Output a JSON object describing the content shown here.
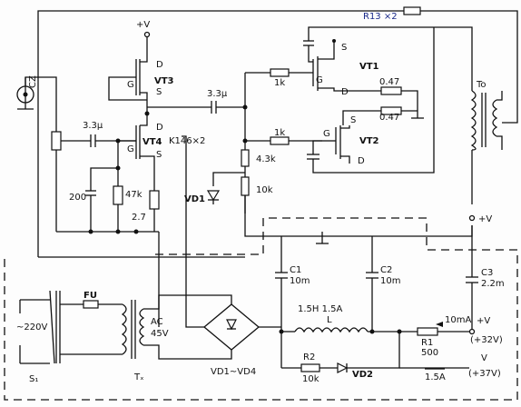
{
  "labels": {
    "r13": "R13 ×2",
    "jack": "CZ",
    "c_in": "3.3μ",
    "vdd2_top": "+V",
    "d": "D",
    "g": "G",
    "s": "S",
    "vt1": "VT1",
    "vt2": "VT2",
    "vt3": "VT3",
    "vt4": "VT4",
    "k146": "K146×2",
    "c200": "200",
    "r47k": "47k",
    "r2_7": "2.7",
    "c_mid": "3.3μ",
    "r1k": "1k",
    "r4_3k": "4.3k",
    "r10k": "10k",
    "vd1": "VD1",
    "r047": "0.47",
    "to": "To",
    "vdd1": "+V",
    "mains": "~220V",
    "fu": "FU",
    "s1": "S₁",
    "ac": "AC",
    "v45": "45V",
    "tr": "Tₓ",
    "vd1_4": "VD1~VD4",
    "c1": "C1",
    "c1_val": "10m",
    "c2": "C2",
    "c2_val": "10m",
    "l_spec": "1.5H 1.5A",
    "l": "L",
    "r2": "R2",
    "vd2": "VD2",
    "r1": "R1",
    "r1_val": "500",
    "ma": "10mA",
    "vdd2_out": "+V",
    "v32": "(+32V)",
    "vdd1_out": "V",
    "v37": "(+37V)",
    "a15": "1.5A",
    "c3": "C3",
    "c3_val": "2.2m"
  }
}
